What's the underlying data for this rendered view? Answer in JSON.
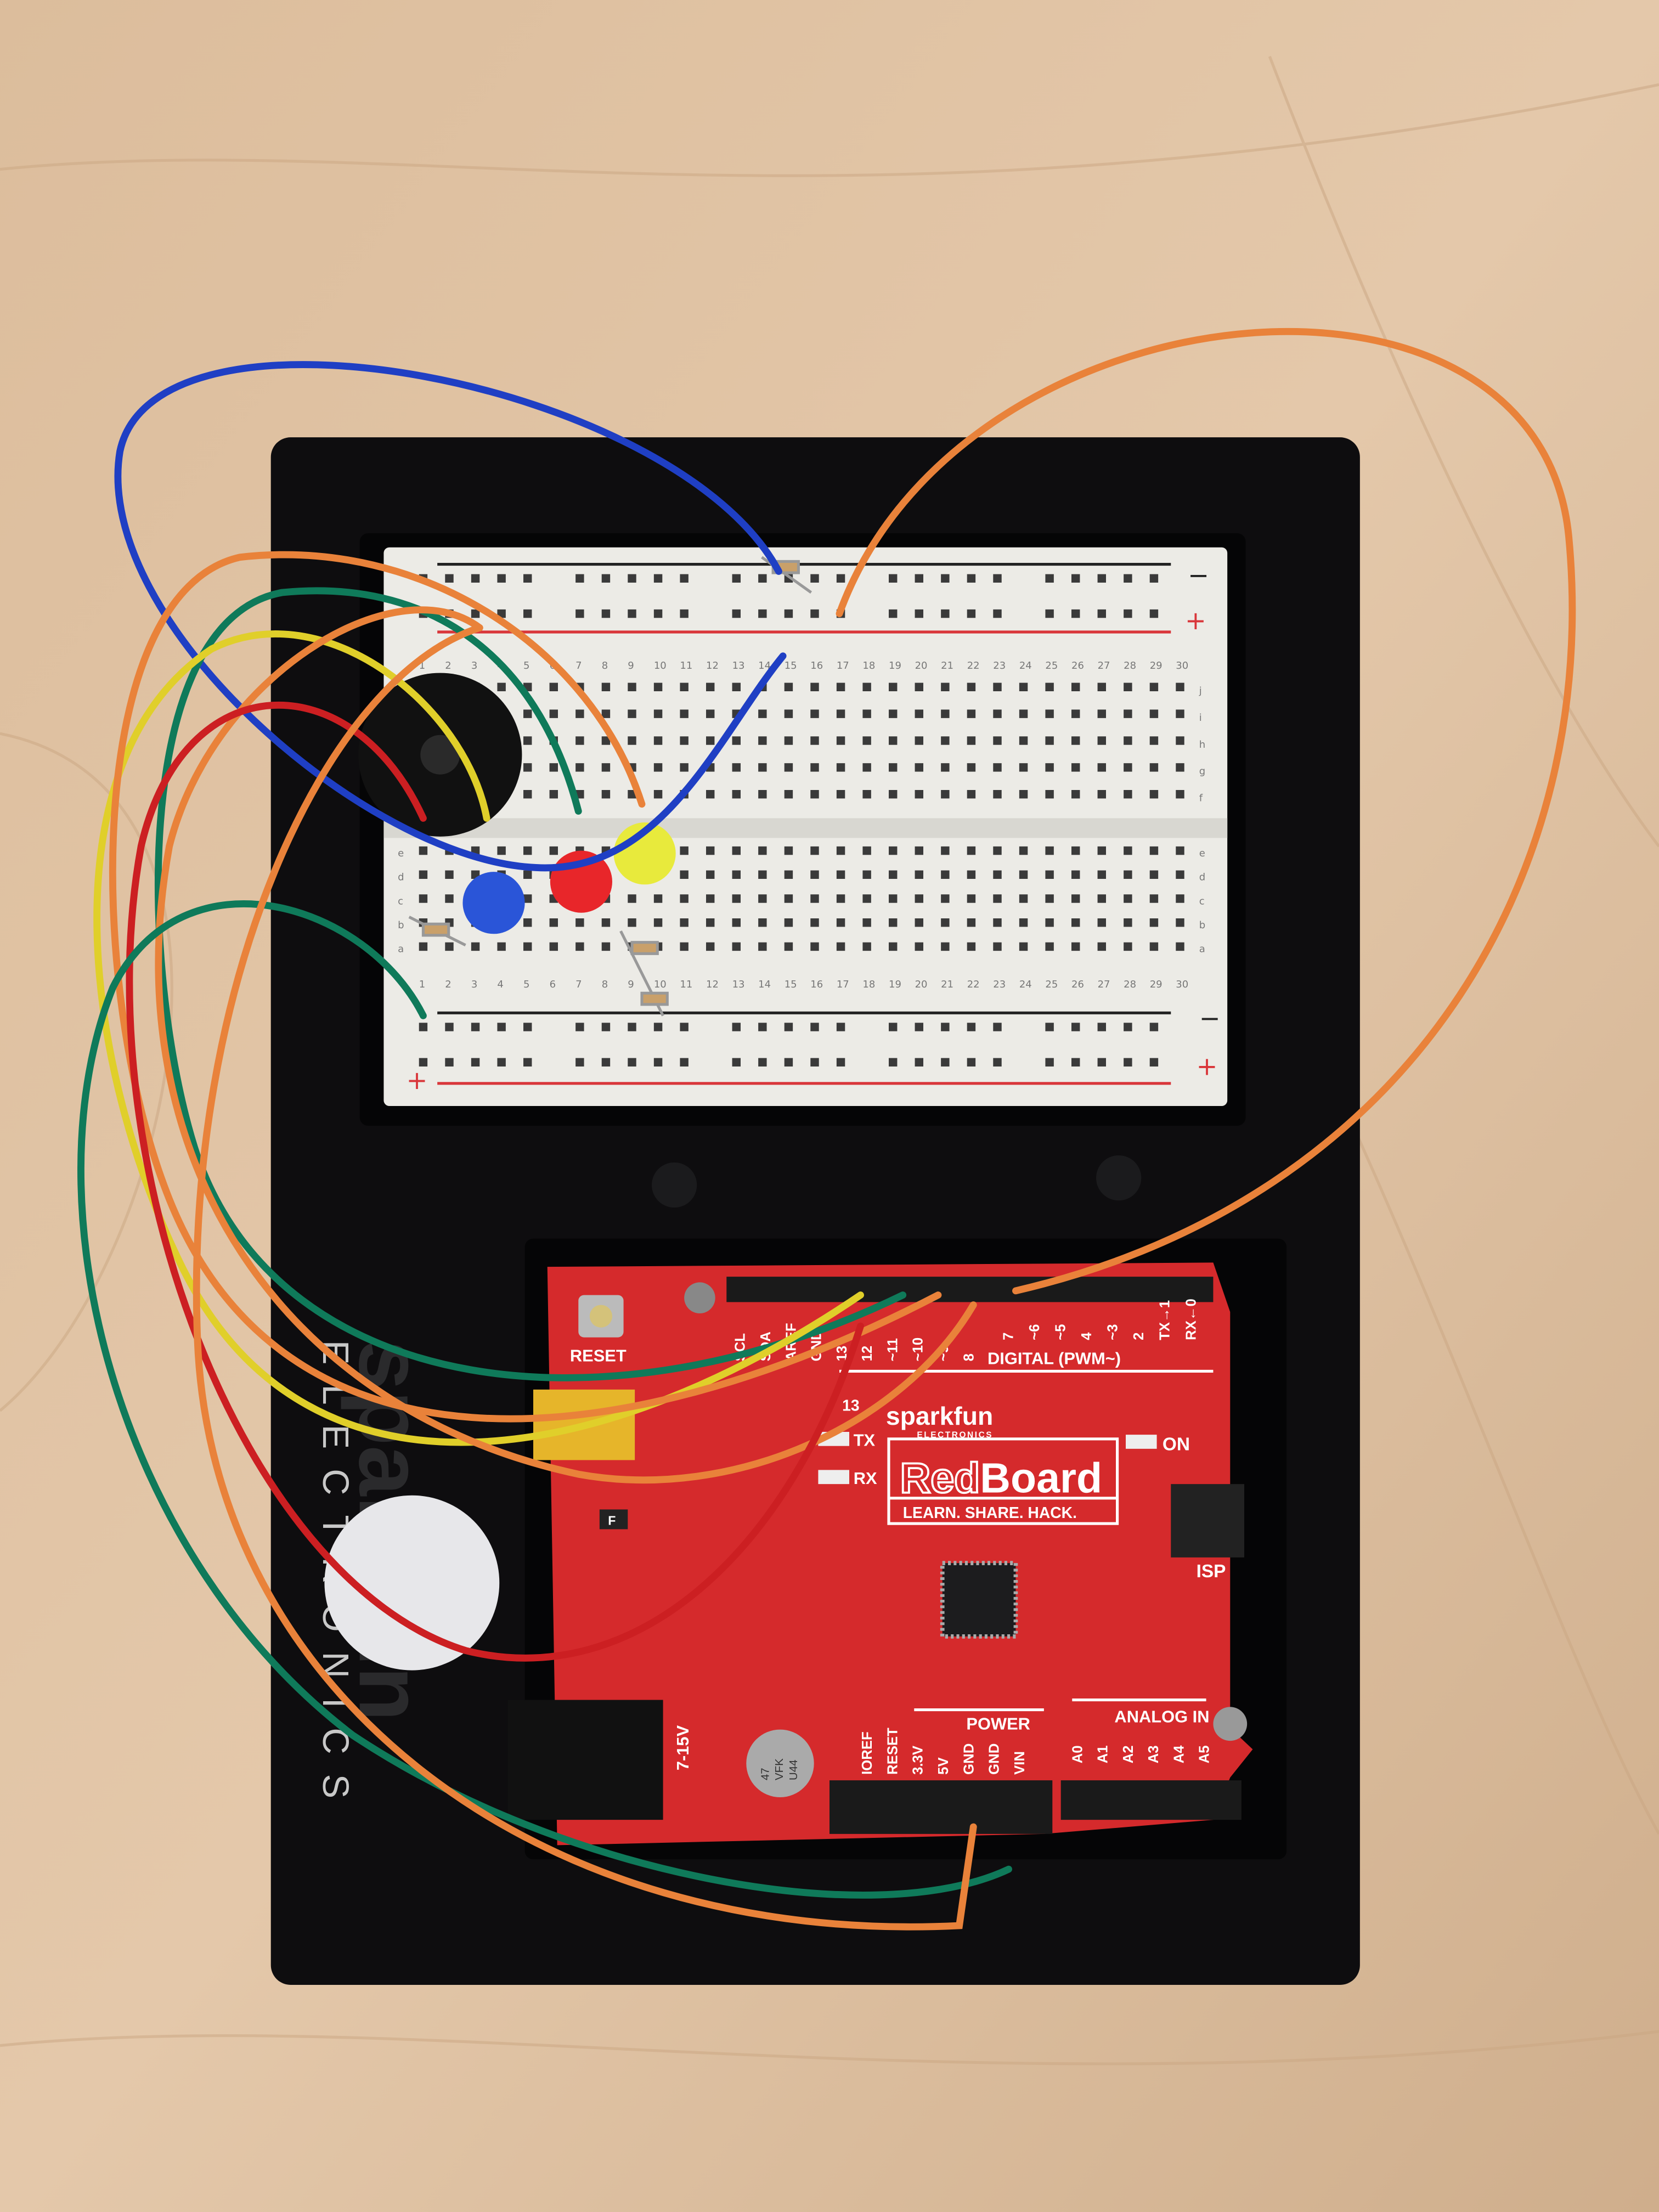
{
  "colors": {
    "wood": "#d8b998",
    "base": "#0e0d0f",
    "breadboard": "#ecebe6",
    "pcb_red": "#d52a2c",
    "wire_blue": "#1f3fc4",
    "wire_orange": "#e9823a",
    "wire_green": "#0f7a5a",
    "wire_yellow": "#e0cf2a",
    "wire_red": "#cc1f22",
    "led_blue": "#2a55d8",
    "led_red": "#e8262a",
    "led_yellow": "#e8ea3c"
  },
  "breadboard": {
    "columns": [
      "1",
      "2",
      "3",
      "4",
      "5",
      "6",
      "7",
      "8",
      "9",
      "10",
      "11",
      "12",
      "13",
      "14",
      "15",
      "16",
      "17",
      "18",
      "19",
      "20",
      "21",
      "22",
      "23",
      "24",
      "25",
      "26",
      "27",
      "28",
      "29",
      "30"
    ],
    "rows_top": [
      "j",
      "i",
      "h",
      "g",
      "f"
    ],
    "rows_bottom": [
      "e",
      "d",
      "c",
      "b",
      "a"
    ],
    "rail_minus": "−",
    "rail_plus": "+"
  },
  "enclosure_logo": {
    "brand": "sparkfun",
    "sub": "ELECTRONICS"
  },
  "redboard": {
    "reset_button": "RESET",
    "header_left": [
      "SCL",
      "SDA",
      "AREF",
      "GND",
      "13",
      "12",
      "~11",
      "~10",
      "~9",
      "8"
    ],
    "header_right": [
      "7",
      "~6",
      "~5",
      "4",
      "~3",
      "2",
      "TX→1",
      "RX←0"
    ],
    "digital_label": "DIGITAL (PWM~)",
    "brand": "sparkfun",
    "brand_sub": "ELECTRONICS",
    "led_13": "13",
    "led_tx": "TX",
    "led_rx": "RX",
    "led_on": "ON",
    "name_red": "Red",
    "name_board": "Board",
    "tagline": "LEARN. SHARE. HACK.",
    "isp": "ISP",
    "power_label": "POWER",
    "power_pins": [
      "IOREF",
      "RESET",
      "3.3V",
      "5V",
      "GND",
      "GND",
      "VIN"
    ],
    "analog_label": "ANALOG IN",
    "analog_pins": [
      "A0",
      "A1",
      "A2",
      "A3",
      "A4",
      "A5"
    ],
    "jack_label": "7-15V",
    "fuse_label": "F",
    "capacitor": [
      "47",
      "VFK",
      "U44"
    ]
  }
}
